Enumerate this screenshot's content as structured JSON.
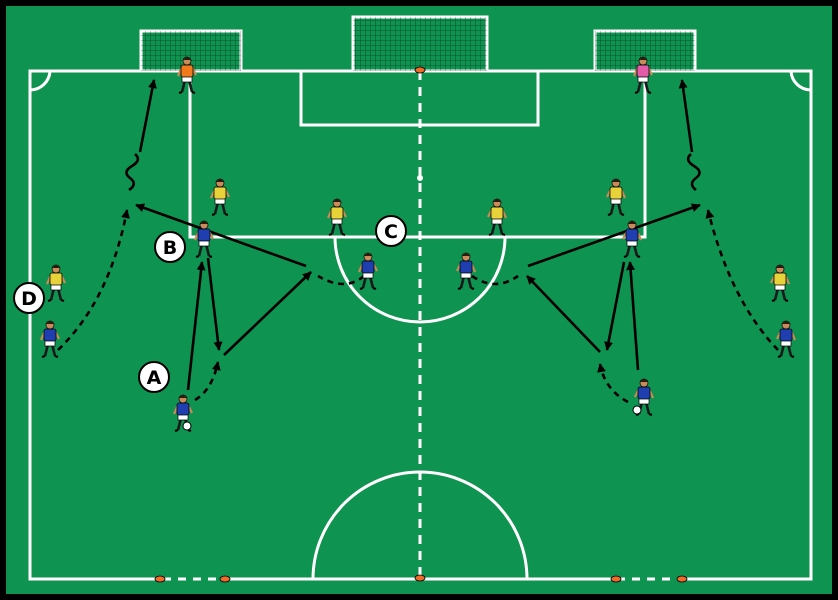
{
  "diagram": {
    "colors": {
      "border": "#000000",
      "pitch": "#0f9350",
      "lines": "#ffffff",
      "arrow": "#000000",
      "goal_net": "#0f9350",
      "home_shirt": "#1f3fb0",
      "away_shirt": "#e8d23a",
      "keeper_left": "#f07a1c",
      "keeper_right": "#e35aa8",
      "cone": "#f06a2a",
      "ball": "#ffffff"
    },
    "labels": {
      "a": "A",
      "b": "B",
      "c": "C",
      "d": "D"
    },
    "icons": {
      "player": "player-icon",
      "goalkeeper": "goalkeeper-icon",
      "goal": "goal-icon",
      "cone": "cone-icon",
      "ball": "ball-icon"
    }
  }
}
